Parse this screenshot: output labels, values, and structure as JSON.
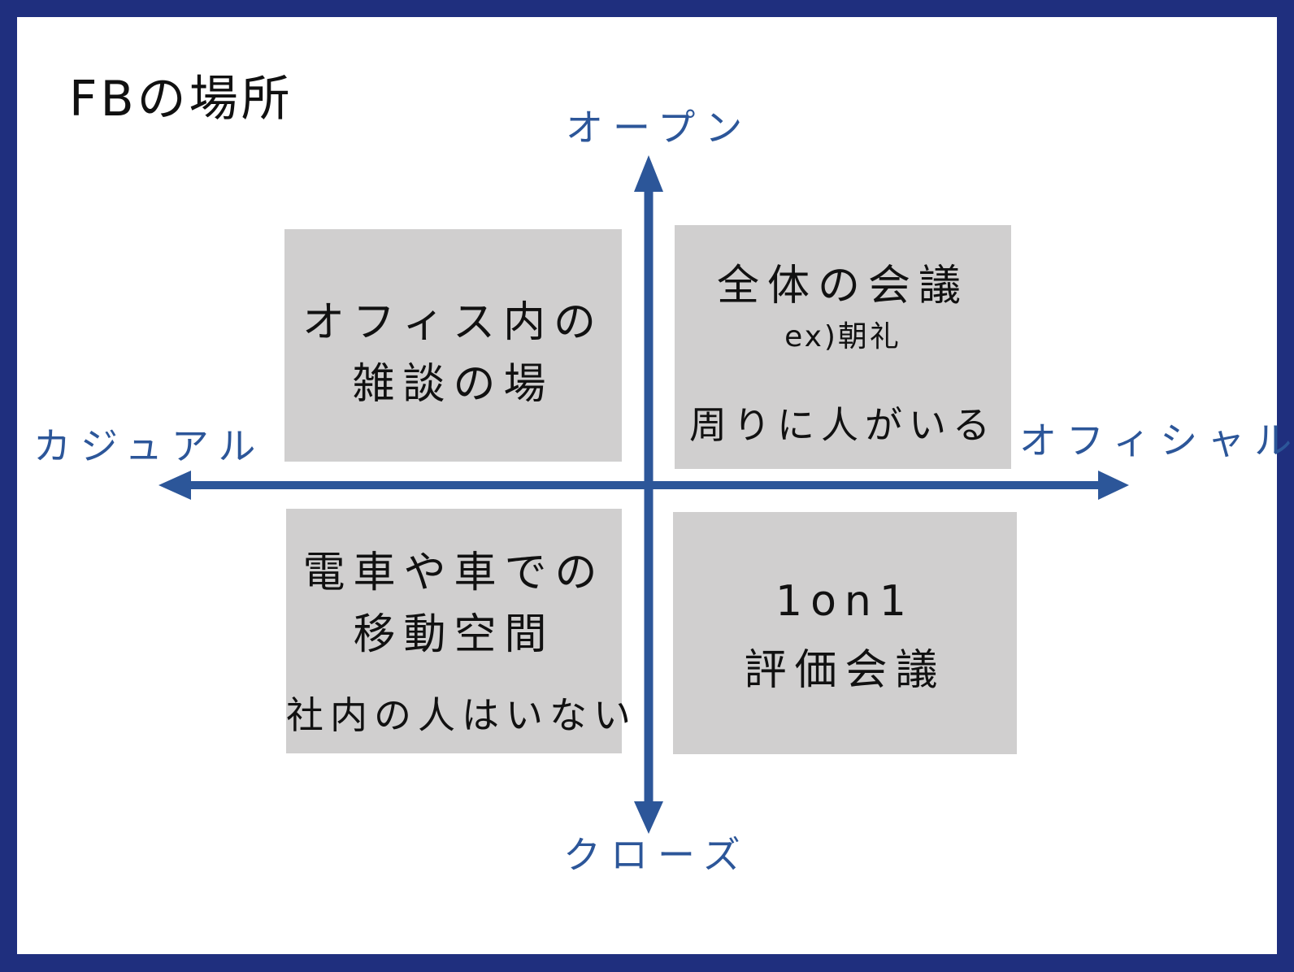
{
  "title": "FBの場所",
  "axes": {
    "top": "オープン",
    "bottom": "クローズ",
    "left": "カジュアル",
    "right": "オフィシャル"
  },
  "colors": {
    "frame": "#1f2f7e",
    "axis": "#2c5699",
    "box": "#d0cfcf"
  },
  "quadrants": {
    "top_left": {
      "line1": "オフィス内の",
      "line2": "雑談の場"
    },
    "top_right": {
      "line1": "全体の会議",
      "line2": "ex)朝礼",
      "note": "周りに人がいる"
    },
    "bottom_left": {
      "line1": "電車や車での",
      "line2": "移動空間",
      "note": "社内の人はいない"
    },
    "bottom_right": {
      "line1": "1on1",
      "line2": "評価会議"
    }
  }
}
